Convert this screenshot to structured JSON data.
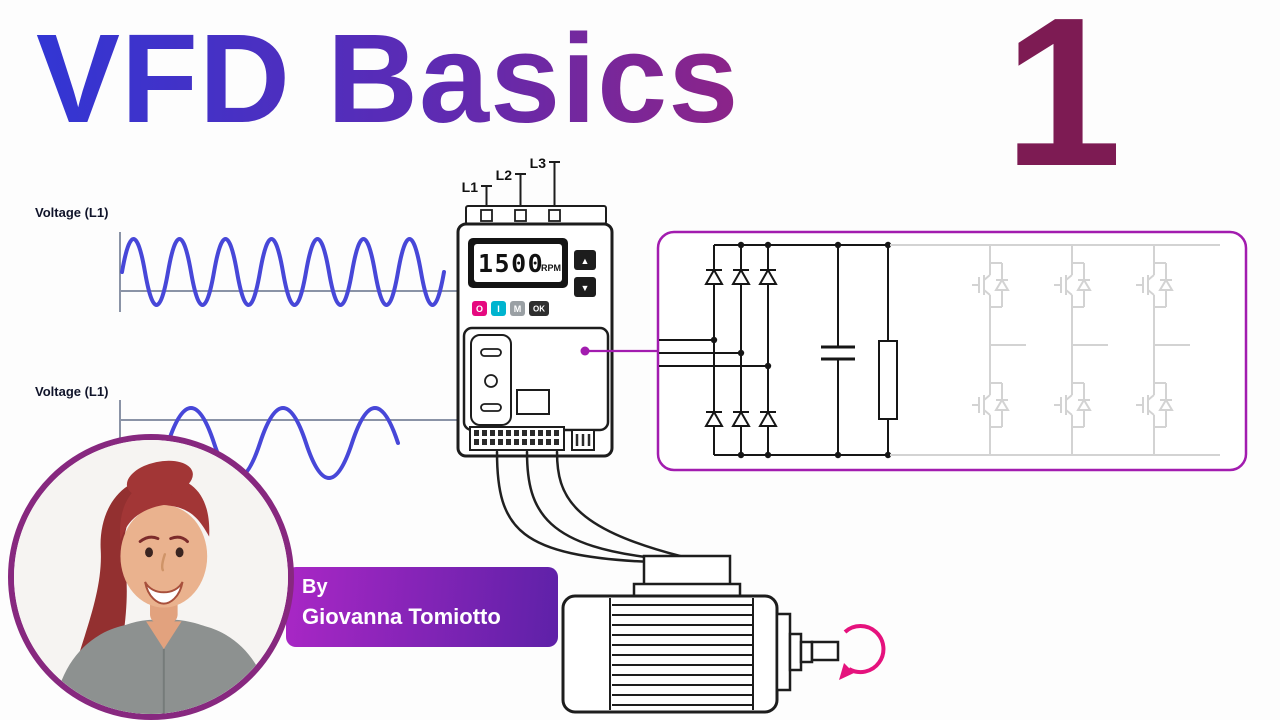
{
  "title": {
    "text": "VFD Basics",
    "episode_number": "1"
  },
  "waveforms": {
    "top_label": "Voltage (L1)",
    "bottom_label": "Voltage (L1)"
  },
  "vfd": {
    "terminal_labels": [
      "L1",
      "L2",
      "L3"
    ],
    "display": {
      "value": "1500",
      "unit": "RPM"
    },
    "keypad": {
      "up": "▲",
      "down": "▼",
      "buttons": [
        "O",
        "I",
        "M",
        "OK"
      ]
    }
  },
  "author": {
    "prefix": "By",
    "name": "Giovanna Tomiotto"
  },
  "colors": {
    "title_gradient_start": "#3236d4",
    "title_gradient_end": "#8c2488",
    "episode_number": "#7d1b53",
    "sine_wave": "#4747d8",
    "circuit_accent": "#a21caf",
    "rotation_arrow": "#e5127d",
    "banner_gradient_start": "#a927c5",
    "banner_gradient_end": "#5e21a8",
    "button_stop": "#e5097f",
    "button_run": "#00b4cf"
  }
}
